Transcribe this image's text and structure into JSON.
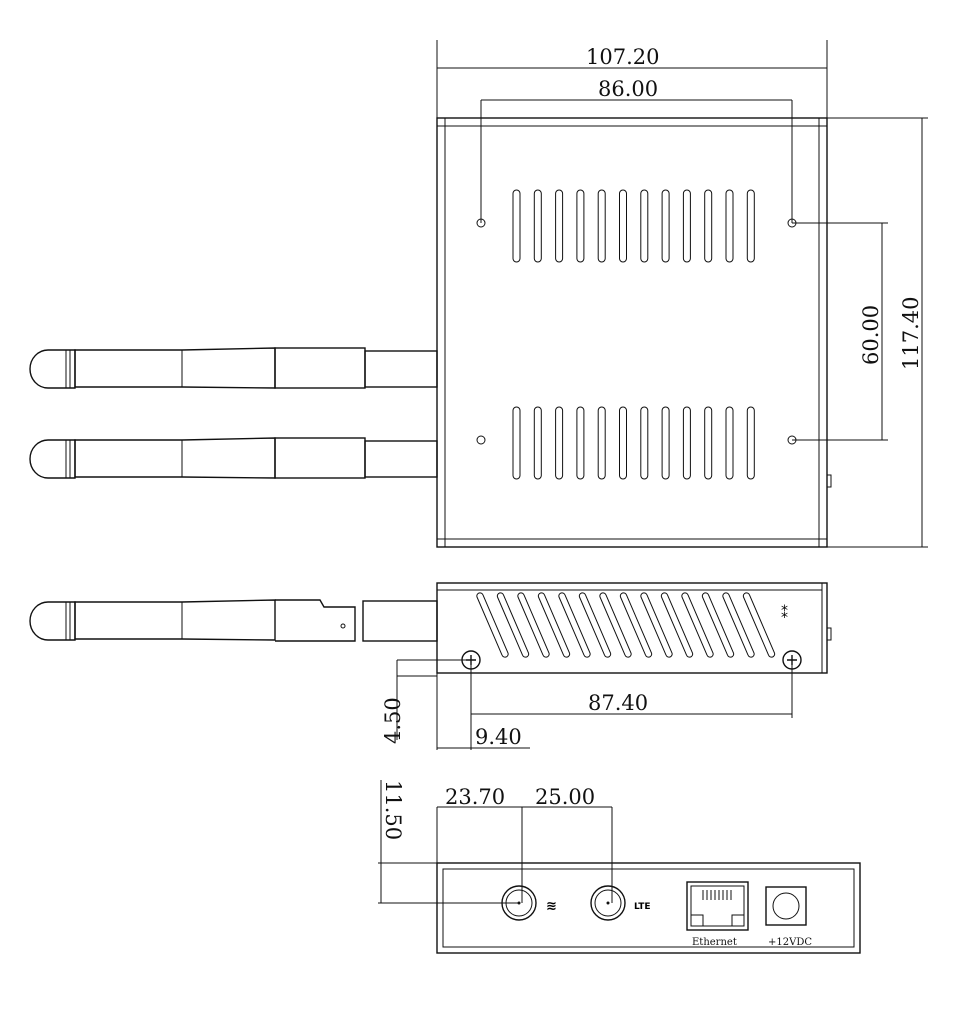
{
  "title": "Device mechanical drawing",
  "dimensions": {
    "top_width": "107.20",
    "hole_spacing_x": "86.00",
    "hole_spacing_y": "60.00",
    "top_depth": "117.40",
    "side_screw_spacing": "87.40",
    "side_screw_offset_x": "9.40",
    "side_screw_height": "4.50",
    "front_antenna1_offset": "23.70",
    "front_antenna_spacing": "25.00",
    "front_antenna_height": "11.50"
  },
  "ports": {
    "ethernet_label": "Ethernet",
    "power_label": "+12VDC",
    "antenna1_icon": "wifi-icon",
    "antenna2_icon": "lte-icon"
  },
  "colors": {
    "line": "#111111",
    "background": "#ffffff"
  }
}
